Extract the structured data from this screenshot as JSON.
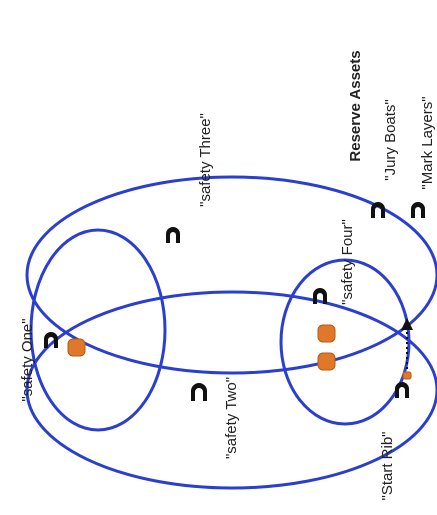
{
  "colors": {
    "circle_stroke": "#2a3fd0",
    "boat_black": "#111111",
    "buoy_orange": "#e0782a",
    "text": "#222222",
    "mast": "#111111"
  },
  "reserve": {
    "title": "Reserve Assets",
    "items": [
      {
        "label": "\"Jury Boats\"",
        "icon": "boat-icon"
      },
      {
        "label": "\"Mark Layers\"",
        "icon": "boat-icon"
      }
    ]
  },
  "labels": {
    "safety_one": "\"safety One\"",
    "safety_two": "\"safety Two\"",
    "safety_three": "\"safety Three\"",
    "safety_four": "\"safety Four\"",
    "start_rib": "\"Start Rib\""
  }
}
